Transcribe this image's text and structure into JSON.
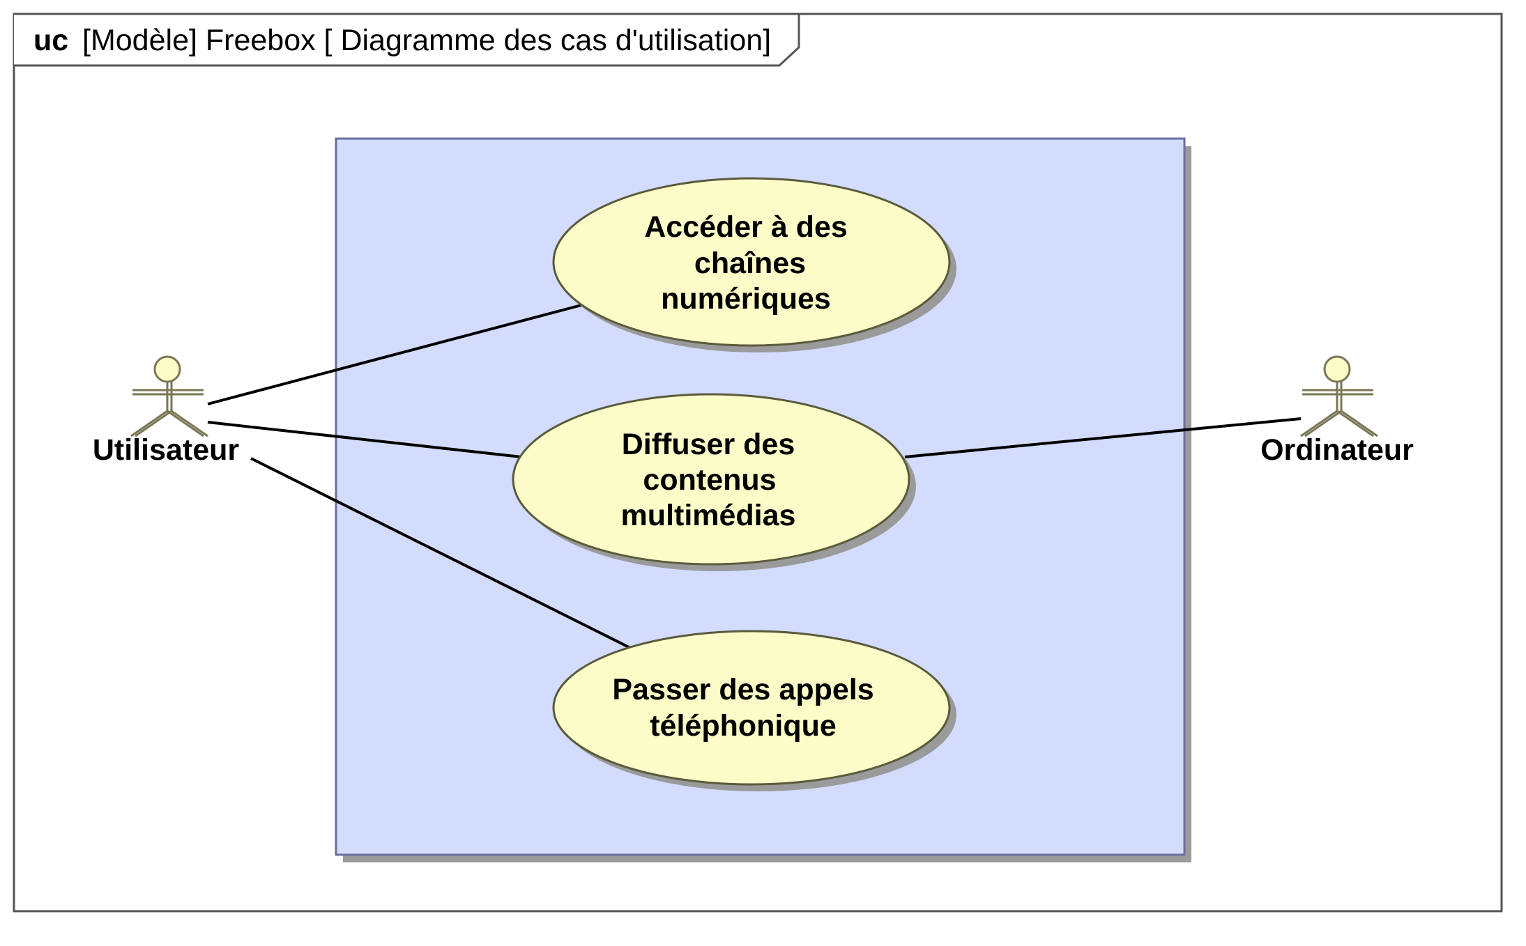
{
  "frame": {
    "keyword": "uc",
    "label": "[Modèle] Freebox [ Diagramme des cas d'utilisation]"
  },
  "colors": {
    "system_fill": "#d3dcfc",
    "system_border": "#6a6f9e",
    "usecase_fill": "#fcfcc8",
    "usecase_border": "#5a5a3c",
    "actor_head": "#fcfcc8",
    "actor_stroke": "#7a7656",
    "shadow": "#9a9a9a",
    "line": "#000000"
  },
  "actors": [
    {
      "id": "utilisateur",
      "name": "Utilisateur",
      "icon": "stick-figure-icon"
    },
    {
      "id": "ordinateur",
      "name": "Ordinateur",
      "icon": "stick-figure-icon"
    }
  ],
  "use_cases": [
    {
      "id": "uc1",
      "lines": [
        "Accéder à des",
        "chaînes",
        "numériques"
      ]
    },
    {
      "id": "uc2",
      "lines": [
        "Diffuser des",
        "contenus",
        "multimédias"
      ]
    },
    {
      "id": "uc3",
      "lines": [
        "Passer des appels",
        "téléphonique"
      ]
    }
  ],
  "associations": [
    {
      "from": "utilisateur",
      "to": "uc1"
    },
    {
      "from": "utilisateur",
      "to": "uc2"
    },
    {
      "from": "utilisateur",
      "to": "uc3"
    },
    {
      "from": "ordinateur",
      "to": "uc2"
    }
  ]
}
